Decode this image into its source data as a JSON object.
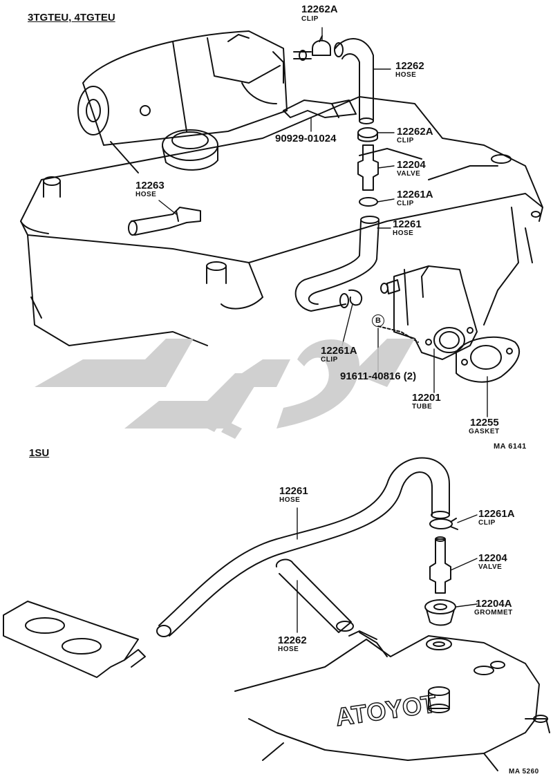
{
  "sections": {
    "top_title": "3TGTEU, 4TGTEU",
    "bottom_title": "1SU"
  },
  "figure_codes": {
    "top": "MA 6141",
    "bottom": "MA 5260"
  },
  "callouts_top": [
    {
      "number": "12262A",
      "name": "CLIP"
    },
    {
      "number": "12262",
      "name": "HOSE"
    },
    {
      "number": "90929-01024",
      "name": ""
    },
    {
      "number": "12262A",
      "name": "CLIP"
    },
    {
      "number": "12204",
      "name": "VALVE"
    },
    {
      "number": "12263",
      "name": "HOSE"
    },
    {
      "number": "12261A",
      "name": "CLIP"
    },
    {
      "number": "12261",
      "name": "HOSE"
    },
    {
      "number": "12261A",
      "name": "CLIP"
    },
    {
      "number": "91611-40816 (2)",
      "name": ""
    },
    {
      "number": "12201",
      "name": "TUBE"
    },
    {
      "number": "12255",
      "name": "GASKET"
    }
  ],
  "marker_b": "B",
  "callouts_bottom": [
    {
      "number": "12261",
      "name": "HOSE"
    },
    {
      "number": "12261A",
      "name": "CLIP"
    },
    {
      "number": "12204",
      "name": "VALVE"
    },
    {
      "number": "12204A",
      "name": "GROMMET"
    },
    {
      "number": "12262",
      "name": "HOSE"
    }
  ],
  "cover_lettering": "TOYOTA",
  "colors": {
    "ink": "#111111",
    "watermark": "#c8c8c8"
  }
}
